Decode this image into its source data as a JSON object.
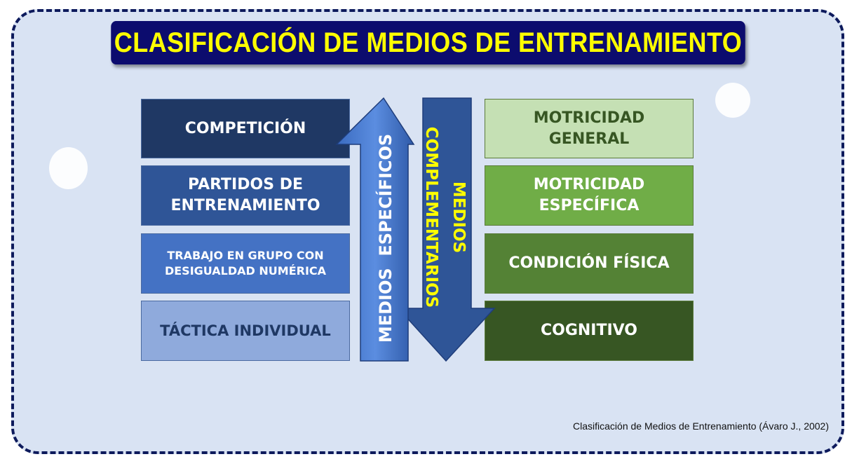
{
  "title": "CLASIFICACIÓN DE MEDIOS DE ENTRENAMIENTO",
  "left_items": [
    "COMPETICIÓN",
    "PARTIDOS DE ENTRENAMIENTO",
    "TRABAJO EN GRUPO CON DESIGUALDAD NUMÉRICA",
    "TÁCTICA INDIVIDUAL"
  ],
  "right_items": [
    "MOTRICIDAD GENERAL",
    "MOTRICIDAD ESPECÍFICA",
    "CONDICIÓN FÍSICA",
    "COGNITIVO"
  ],
  "arrow_up_label": "MEDIOS  ESPECÍFICOS",
  "arrow_down_label": {
    "line1": "MEDIOS",
    "line2": "COMPLEMENTARIOS"
  },
  "source": "Clasificación de Medios de Entrenamiento (Ávaro J., 2002)"
}
